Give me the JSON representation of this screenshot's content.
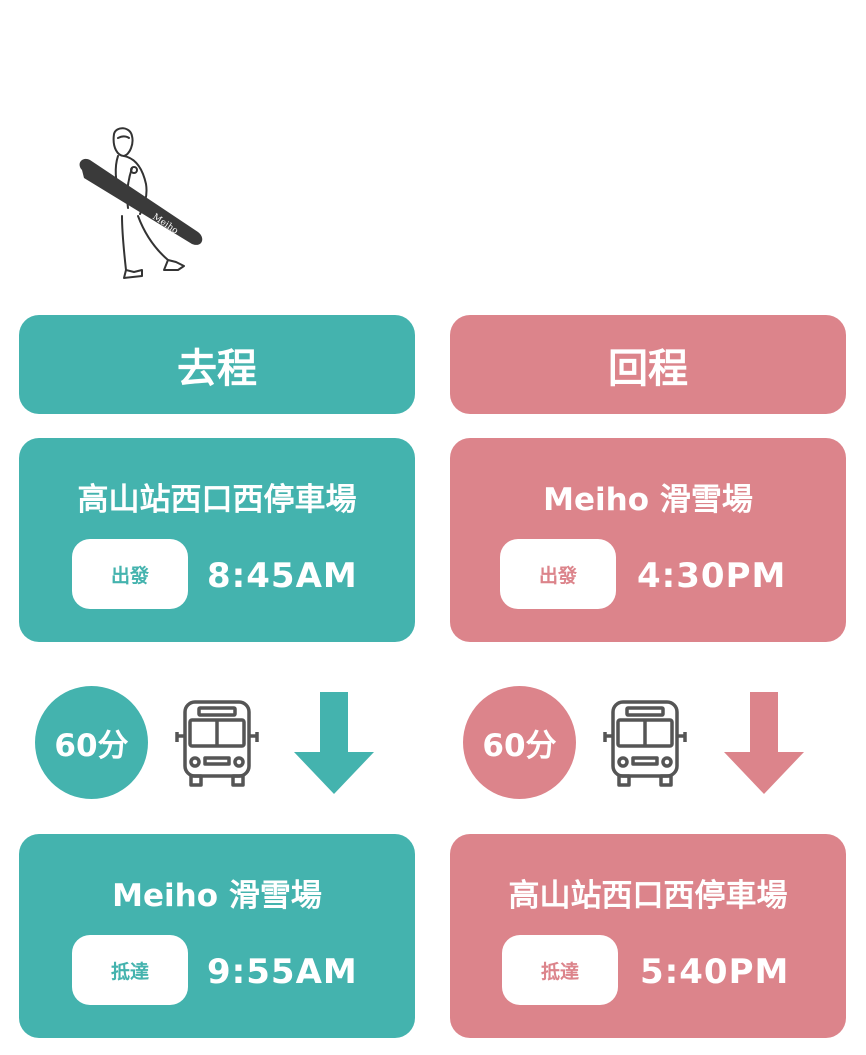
{
  "outbound": {
    "header": "去程",
    "depart": {
      "place": "高山站西口西停車場",
      "label": "出發",
      "time": "8:45AM"
    },
    "duration": "60分",
    "arrive": {
      "place": "Meiho 滑雪場",
      "label": "抵達",
      "time": "9:55AM"
    },
    "color": "#44b3ae"
  },
  "inbound": {
    "header": "回程",
    "depart": {
      "place": "Meiho 滑雪場",
      "label": "出發",
      "time": "4:30PM"
    },
    "duration": "60分",
    "arrive": {
      "place": "高山站西口西停車場",
      "label": "抵達",
      "time": "5:40PM"
    },
    "color": "#dc848b"
  },
  "illustration": {
    "board_text": "Meiho"
  },
  "icons": [
    "snowboarder-illustration",
    "bus-icon",
    "arrow-down-icon"
  ]
}
